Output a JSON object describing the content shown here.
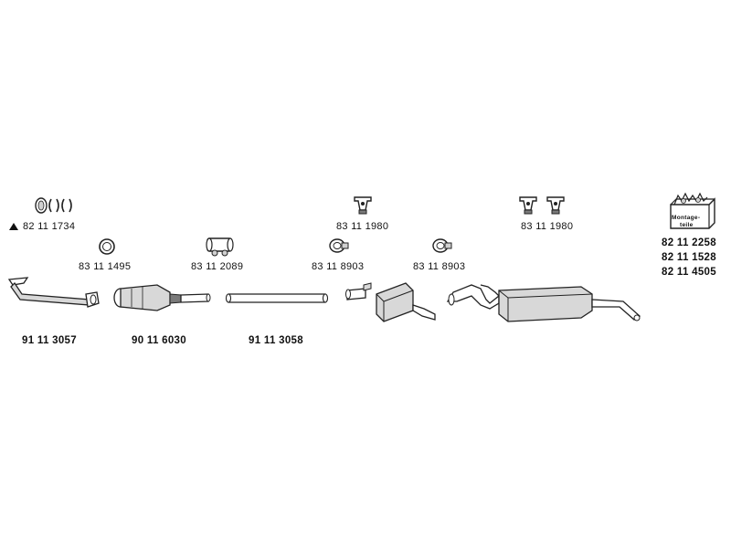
{
  "parts": {
    "gasket_set": "82 11 1734",
    "front_pipe": "91 11 3057",
    "catalyst": "90 11 6030",
    "middle_pipe": "91 11 3058",
    "ring_gasket": "83 11 1495",
    "clamp_1": "83 11 2089",
    "clamp_2": "83 11 8903",
    "clamp_3": "83 11 8903",
    "rubber_mount_1": "83 11 1980",
    "rubber_mount_2": "83 11 1980",
    "kit_1": "82 11 2258",
    "kit_2": "82 11 1528",
    "kit_3": "82 11 4505"
  },
  "kit_box_text_1": "Montage-",
  "kit_box_text_2": "teile",
  "colors": {
    "line": "#222222",
    "part_fill": "#c8c8c8",
    "dark_fill": "#7a7a7a"
  }
}
